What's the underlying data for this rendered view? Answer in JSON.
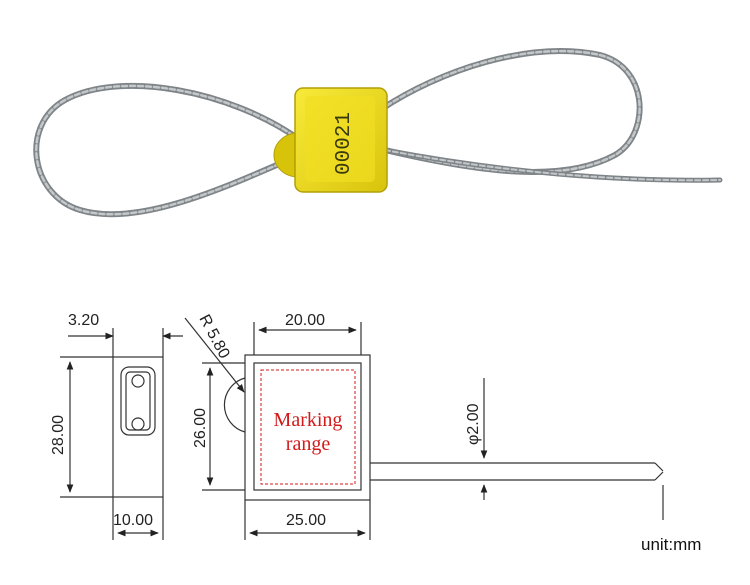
{
  "photo": {
    "seal_number": "00021",
    "seal_color": "#f2df17",
    "cable_color": "#9aa0a3"
  },
  "drawing": {
    "side_view": {
      "width_label": "3.20",
      "height_label": "28.00",
      "depth_label": "10.00"
    },
    "front_view": {
      "radius_label": "R 5.80",
      "top_width_label": "20.00",
      "inner_height_label": "26.00",
      "bottom_width_label": "25.00",
      "marking_text_line1": "Marking",
      "marking_text_line2": "range",
      "marking_color": "#d21a1a"
    },
    "cable": {
      "diameter_label": "φ2.00"
    },
    "unit_label": "unit:mm"
  }
}
